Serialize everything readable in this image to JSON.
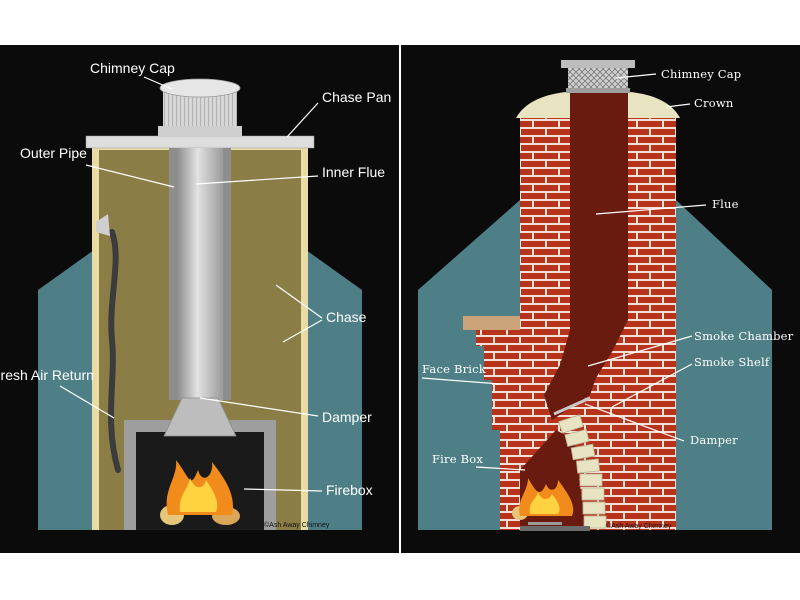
{
  "left_panel": {
    "labels": {
      "chimney_cap": "Chimney Cap",
      "chase_pan": "Chase Pan",
      "outer_pipe": "Outer Pipe",
      "inner_flue": "Inner Flue",
      "chase": "Chase",
      "fresh_air_return": "Fresh Air Return",
      "damper": "Damper",
      "firebox": "Firebox"
    },
    "credit": "©Ash Away Chimney"
  },
  "right_panel": {
    "labels": {
      "chimney_cap": "Chimney Cap",
      "crown": "Crown",
      "flue": "Flue",
      "smoke_chamber": "Smoke Chamber",
      "smoke_shelf": "Smoke Shelf",
      "face_brick": "Face Brick",
      "damper": "Damper",
      "fire_box": "Fire Box"
    },
    "credit": "©Ash Away Chimney"
  },
  "colors": {
    "background": "#0b0b0b",
    "house_wall": "#4e7f87",
    "chase_fill": "#8b7d46",
    "chase_edge": "#e8dca4",
    "pipe": "#b8b8b8",
    "brick": "#b8331c",
    "mortar": "#f1e1d6",
    "flue_dark": "#6a1b10",
    "crown": "#e8e3c0"
  }
}
